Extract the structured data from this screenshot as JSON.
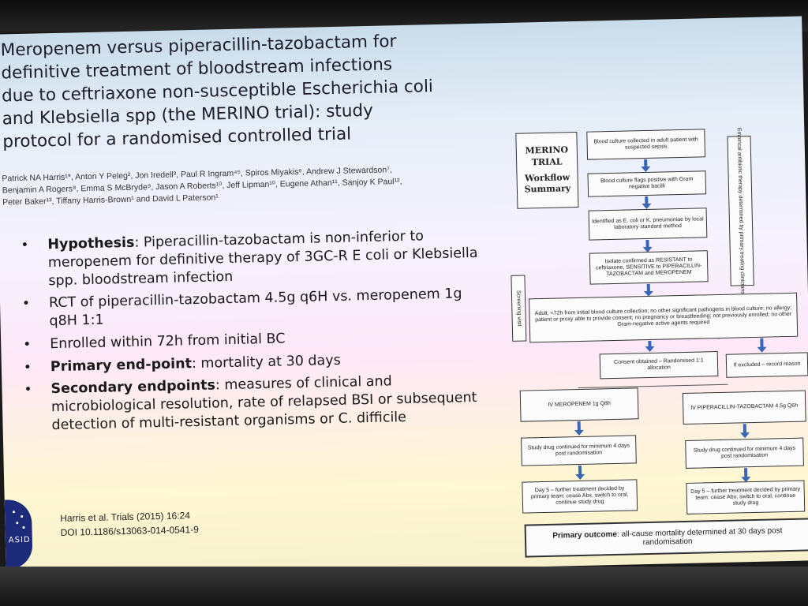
{
  "title": {
    "lines": [
      "Meropenem versus piperacillin-tazobactam for",
      "definitive treatment of bloodstream infections",
      "due to ceftriaxone non-susceptible Escherichia coli",
      "and Klebsiella spp (the MERINO trial): study",
      "protocol for a randomised controlled trial"
    ]
  },
  "authors": [
    "Patrick NA Harris¹*, Anton Y Peleg², Jon Iredell³, Paul R Ingram⁴⁵, Spiros Miyakis⁶, Andrew J Stewardson⁷,",
    "Benjamin A Rogers⁸, Emma S McBryde⁹, Jason A Roberts¹⁰, Jeff Lipman¹⁰, Eugene Athan¹¹, Sanjoy K Paul¹²,",
    "Peter Baker¹³, Tiffany Harris-Brown¹ and David L Paterson¹"
  ],
  "bullets": [
    {
      "bold": "Hypothesis",
      "text": ": Piperacillin-tazobactam is non-inferior to meropenem for definitive therapy of 3GC-R E coli or Klebsiella spp. bloodstream infection"
    },
    {
      "bold": "",
      "text": "RCT of piperacillin-tazobactam 4.5g q6H vs. meropenem 1g q8H 1:1"
    },
    {
      "bold": "",
      "text": "Enrolled within 72h from initial BC"
    },
    {
      "bold": "Primary end-point",
      "text": ": mortality at 30 days"
    },
    {
      "bold": "Secondary endpoints",
      "text": ": measures of clinical and microbiological resolution, rate of relapsed BSI or subsequent detection of multi-resistant organisms or C. difficile"
    }
  ],
  "citation": {
    "line1": "Harris et al. Trials (2015) 16:24",
    "line2": "DOI 10.1186/s13063-014-0541-9"
  },
  "logo": {
    "text": "ASID",
    "color": "#1d2b7a"
  },
  "flowchart": {
    "side_title": [
      "MERINO",
      "TRIAL",
      "Workflow",
      "Summary"
    ],
    "screening_label": "Screening visit",
    "empirical_label": "Empirical antibiotic therapy determined by primary treating clinicians",
    "steps": {
      "s1": "Blood culture collected in adult patient with suspected sepsis",
      "s2": "Blood culture flags positive with Gram negative bacilli",
      "s3": "Identified as E. coli or K. pneumoniae by local laboratory standard method",
      "s4": "Isolate confirmed as RESISTANT to ceftriaxone, SENSITIVE to PIPERACILLIN-TAZOBACTAM and MEROPENEM",
      "s5": "Adult, <72h from initial blood culture collection; no other significant pathogens in blood culture; no allergy; patient or proxy able to provide consent; no pregnancy or breastfeeding; not previously enrolled; no other Gram-negative active agents required",
      "consent": "Consent obtained – Randomised 1:1 allocation",
      "excluded": "If excluded – record reason",
      "arm_a": "IV MEROPENEM 1g Q8h",
      "arm_b": "IV PIPERACILLIN-TAZOBACTAM 4.5g Q6h",
      "cont_a": "Study drug continued for minimum 4 days post randomisation",
      "cont_b": "Study drug continued for minimum 4 days post randomisation",
      "day5_a": "Day 5 – further treatment decided by primary team: cease Abx, switch to oral, continue study drug",
      "day5_b": "Day 5 – further treatment decided by primary team: cease Abx, switch to oral, continue study drug",
      "outcome_bold": "Primary outcome",
      "outcome_text": ": all-cause mortality determined at 30 days post randomisation"
    },
    "arrow_color": "#3a66b6"
  }
}
